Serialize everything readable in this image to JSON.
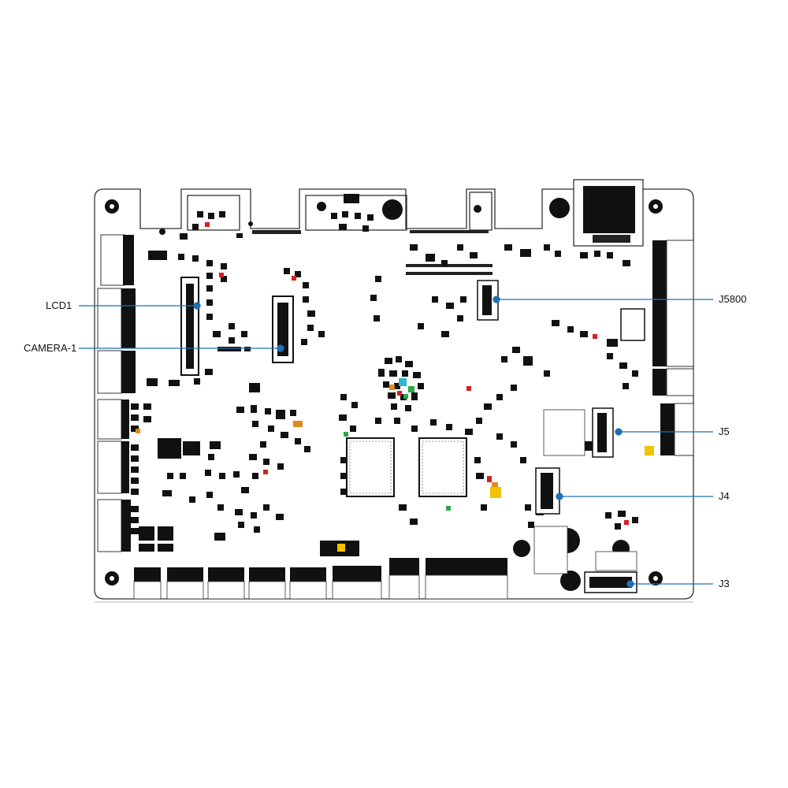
{
  "callouts": {
    "lcd1": "LCD1",
    "camera1": "CAMERA-1",
    "j5800": "J5800",
    "j5": "J5",
    "j4": "J4",
    "j3": "J3"
  },
  "colors": {
    "leader": "#1f6fb5",
    "outline": "#333333",
    "component": "#111111",
    "accent_red": "#d62020",
    "accent_green": "#2aa84a",
    "accent_orange": "#e08a1e",
    "accent_yellow": "#f2c200"
  }
}
